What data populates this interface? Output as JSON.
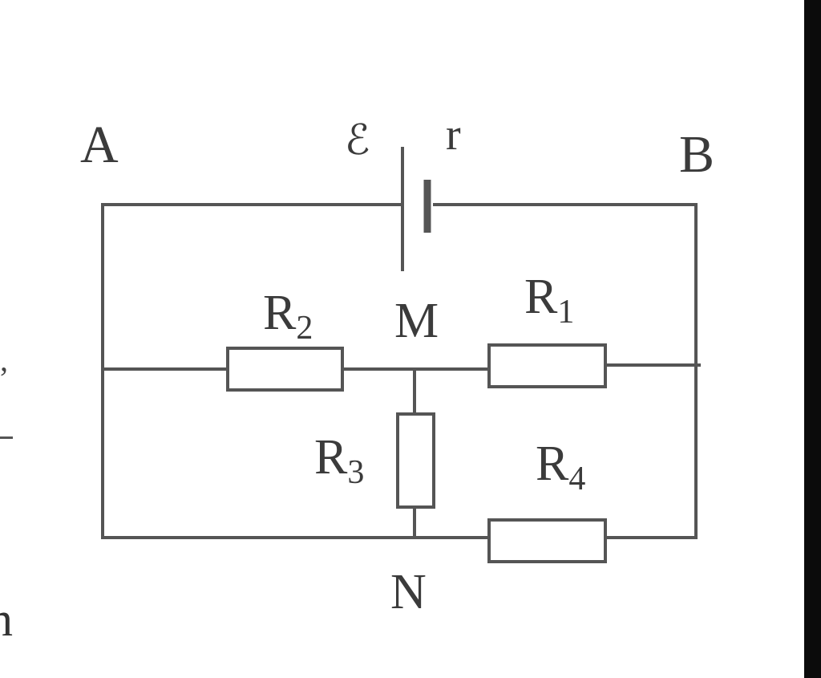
{
  "colors": {
    "wire": "#555555",
    "text": "#3b3b3b",
    "background": "#ffffff",
    "right_bar": "#0b0b0b"
  },
  "diagram": {
    "nodes": {
      "a": "A",
      "b": "B",
      "m": "M",
      "n": "N"
    },
    "source": {
      "emf": "ℰ",
      "internal_resistance": "r"
    },
    "resistors": {
      "r1": {
        "letter": "R",
        "index": "1"
      },
      "r2": {
        "letter": "R",
        "index": "2"
      },
      "r3": {
        "letter": "R",
        "index": "3"
      },
      "r4": {
        "letter": "R",
        "index": "4"
      }
    }
  },
  "edge_fragments": {
    "comma": ",",
    "n": "n"
  }
}
